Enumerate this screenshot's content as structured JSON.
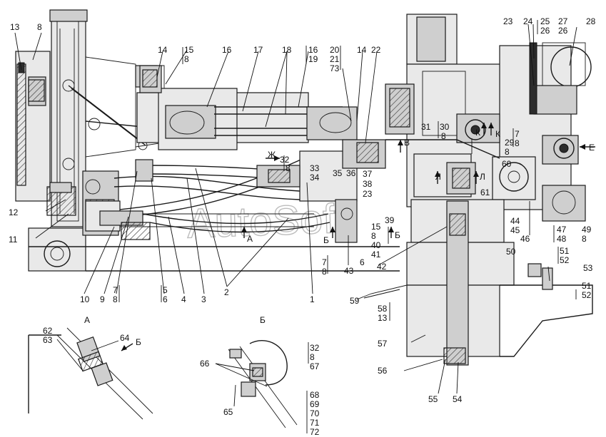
{
  "labels": {
    "l13": "13",
    "l8a": "8",
    "l14a": "14",
    "l15a": "15",
    "l8b": "8",
    "l16a": "16",
    "l17": "17",
    "l18": "18",
    "l16b": "16",
    "l19": "19",
    "l20": "20",
    "l21": "21",
    "l73": "73",
    "l14b": "14",
    "l22": "22",
    "l23a": "23",
    "l24": "24",
    "l25": "25",
    "l26a": "26",
    "l27": "27",
    "l26b": "26",
    "l28": "28",
    "l31": "31",
    "l30": "30",
    "l8c": "8",
    "k1": "К",
    "k2": "К",
    "l29": "29",
    "l8d": "8",
    "l7a": "7",
    "l8e": "8",
    "v": "В",
    "zh": "Ж",
    "l32a": "32",
    "l8f": "8",
    "l33": "33",
    "l34": "34",
    "l35": "35",
    "l36": "36",
    "l37": "37",
    "l38": "38",
    "l23b": "23",
    "l60": "60",
    "l1a": "Л",
    "l1b": "Л",
    "l61": "61",
    "e": "Е",
    "l12": "12",
    "l11": "11",
    "l39": "39",
    "l15b": "15",
    "l8g": "8",
    "l40": "40",
    "l41": "41",
    "b1": "Б",
    "b2": "Б",
    "a1": "А",
    "l44": "44",
    "l45": "45",
    "l46": "46",
    "l47": "47",
    "l48": "48",
    "l49": "49",
    "l8h": "8",
    "l50": "50",
    "l51a": "51",
    "l52a": "52",
    "l42": "42",
    "l43": "43",
    "l6a": "6",
    "l7b": "7",
    "l8i": "8",
    "l53": "53",
    "l51b": "51",
    "l52b": "52",
    "l10": "10",
    "l9": "9",
    "l7c": "7",
    "l8j": "8",
    "l5": "5",
    "l6b": "6",
    "l4": "4",
    "l3": "3",
    "l2": "2",
    "l1": "1",
    "l59": "59",
    "l58": "58",
    "l13b": "13",
    "l57": "57",
    "l56": "56",
    "l55": "55",
    "l54": "54",
    "secA": "А",
    "secB": "Б",
    "l62": "62",
    "l63": "63",
    "l64": "64",
    "bArrow": "Б",
    "l66": "66",
    "l65": "65",
    "l32b": "32",
    "l8k": "8",
    "l67": "67",
    "l68": "68",
    "l69": "69",
    "l70": "70",
    "l71": "71",
    "l72": "72"
  },
  "watermark": "AutoSoft",
  "colors": {
    "ink": "#1a1a1a",
    "watermark": "#bdbdbd",
    "background": "#ffffff"
  }
}
